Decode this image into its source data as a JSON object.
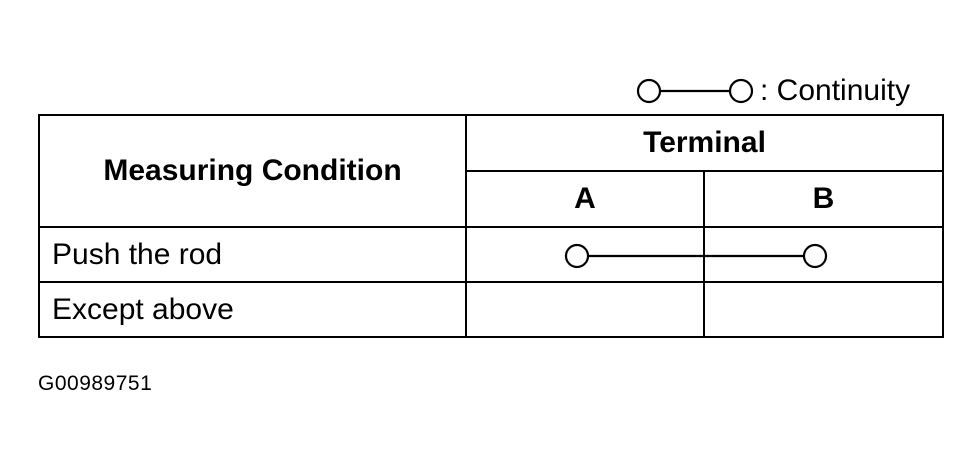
{
  "legend": {
    "symbol": "continuity-symbol",
    "label": ": Continuity"
  },
  "table": {
    "condition_header": "Measuring Condition",
    "terminal_header": "Terminal",
    "terminals": [
      "A",
      "B"
    ],
    "rows": [
      {
        "condition": "Push the rod",
        "continuity": [
          "A",
          "B"
        ]
      },
      {
        "condition": "Except above",
        "continuity": []
      }
    ]
  },
  "figure_code": "G00989751"
}
